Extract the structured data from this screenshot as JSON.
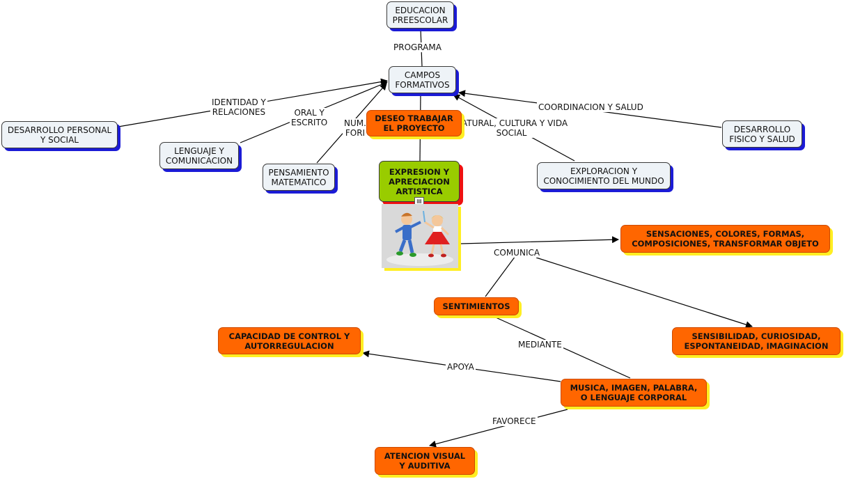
{
  "nodes": {
    "educacion": "EDUCACION\nPREESCOLAR",
    "campos": "CAMPOS\nFORMATIVOS",
    "desarrollo_personal": "DESARROLLO PERSONAL\nY SOCIAL",
    "lenguaje": "LENGUAJE Y\nCOMUNICACION",
    "pensamiento": "PENSAMIENTO\nMATEMATICO",
    "deseo": "DESEO TRABAJAR\nEL PROYECTO",
    "expresion": "EXPRESION Y\nAPRECIACION\nARTISTICA",
    "exploracion": "EXPLORACION Y\nCONOCIMIENTO DEL MUNDO",
    "desarrollo_fisico": "DESARROLLO\nFISICO Y SALUD",
    "sensaciones": "SENSACIONES, COLORES, FORMAS,\nCOMPOSICIONES, TRANSFORMAR OBJETO",
    "sentimientos": "SENTIMIENTOS",
    "sensibilidad": "SENSIBILIDAD, CURIOSIDAD,\nESPONTANEIDAD, IMAGINACION",
    "capacidad": "CAPACIDAD DE CONTROL Y\nAUTORREGULACION",
    "musica": "MUSICA, IMAGEN, PALABRA,\nO LENGUAJE CORPORAL",
    "atencion": "ATENCION VISUAL\nY AUDITIVA"
  },
  "links": {
    "programa": "PROGRAMA",
    "identidad": "IDENTIDAD Y\nRELACIONES",
    "oral": "ORAL Y\nESCRITO",
    "num": "NUM.\nFORI",
    "natural": "NATURAL, CULTURA Y VIDA\nSOCIAL",
    "coordinacion": "COORDINACION Y SALUD",
    "comunica": "COMUNICA",
    "mediante": "MEDIANTE",
    "apoya": "APOYA",
    "favorece": "FAVORECE"
  },
  "note_icon": "note-icon",
  "colors": {
    "concept_fill": "#eef3f7",
    "concept_shadow": "#1b1bd6",
    "highlight_fill": "#ff6600",
    "highlight_shadow": "#ffee22",
    "central_fill": "#99cc00",
    "central_shadow": "#ee1111"
  }
}
